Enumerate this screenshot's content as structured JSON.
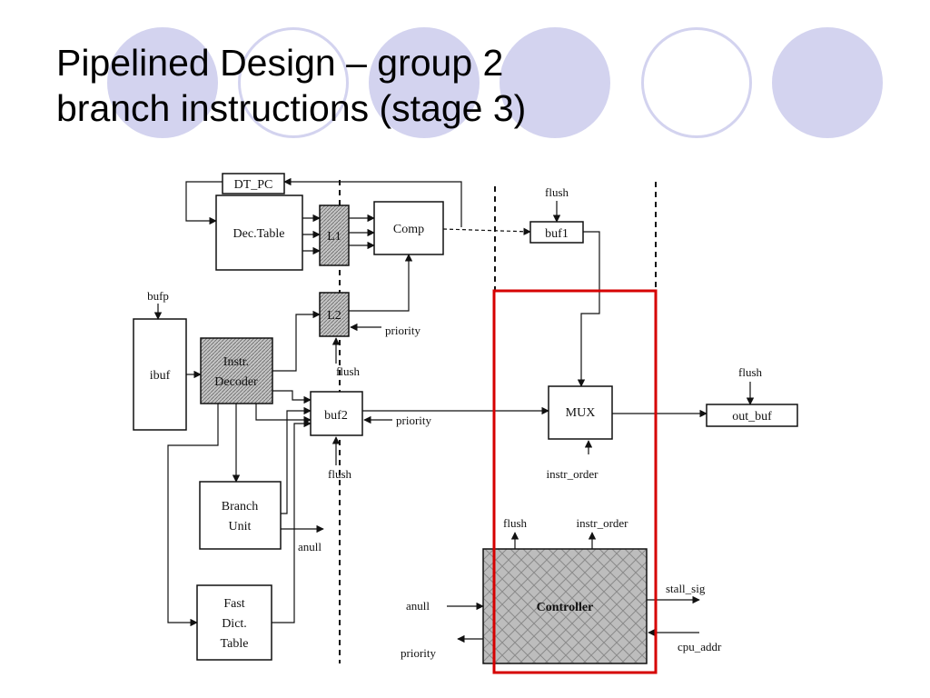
{
  "slide": {
    "title_line1": "Pipelined Design – group 2",
    "title_line2": "branch instructions (stage 3)"
  },
  "colors": {
    "decor_circle": "#d3d3ef",
    "highlight_box": "#d60000",
    "hatched_fill": "#b8b8b8"
  },
  "diagram": {
    "blocks": {
      "dt_pc": "DT_PC",
      "dec_table": "Dec.Table",
      "l1": "L1",
      "comp": "Comp",
      "buf1": "buf1",
      "l2": "L2",
      "ibuf": "ibuf",
      "instr_decoder_1": "Instr.",
      "instr_decoder_2": "Decoder",
      "buf2": "buf2",
      "mux": "MUX",
      "out_buf": "out_buf",
      "branch_unit_1": "Branch",
      "branch_unit_2": "Unit",
      "fast_dict_1": "Fast",
      "fast_dict_2": "Dict.",
      "fast_dict_3": "Table",
      "controller": "Controller"
    },
    "signals": {
      "flush_buf1": "flush",
      "bufp": "bufp",
      "priority_l2": "priority",
      "flush_l2": "flush",
      "priority_buf2": "priority",
      "flush_buf2": "flush",
      "flush_out": "flush",
      "instr_order_mux": "instr_order",
      "flush_ctrl": "flush",
      "instr_order_ctrl": "instr_order",
      "anull_bu": "anull",
      "anull_ctrl": "anull",
      "stall_sig": "stall_sig",
      "cpu_addr": "cpu_addr",
      "priority_ctrl": "priority"
    }
  }
}
